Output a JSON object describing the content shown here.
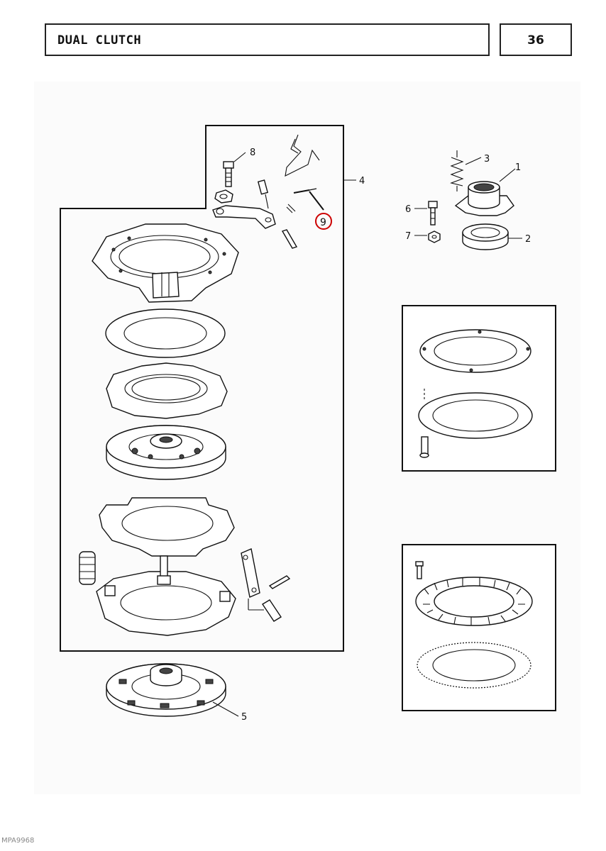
{
  "header": {
    "title": "DUAL CLUTCH",
    "page_number": "36"
  },
  "callouts": {
    "c1": "1",
    "c2": "2",
    "c3": "3",
    "c4": "4",
    "c5": "5",
    "c6": "6",
    "c7": "7",
    "c8": "8",
    "c9": "9"
  },
  "highlight": {
    "callout": "9",
    "color": "#cc0000"
  },
  "footer": {
    "document_code": "MPA9968"
  }
}
